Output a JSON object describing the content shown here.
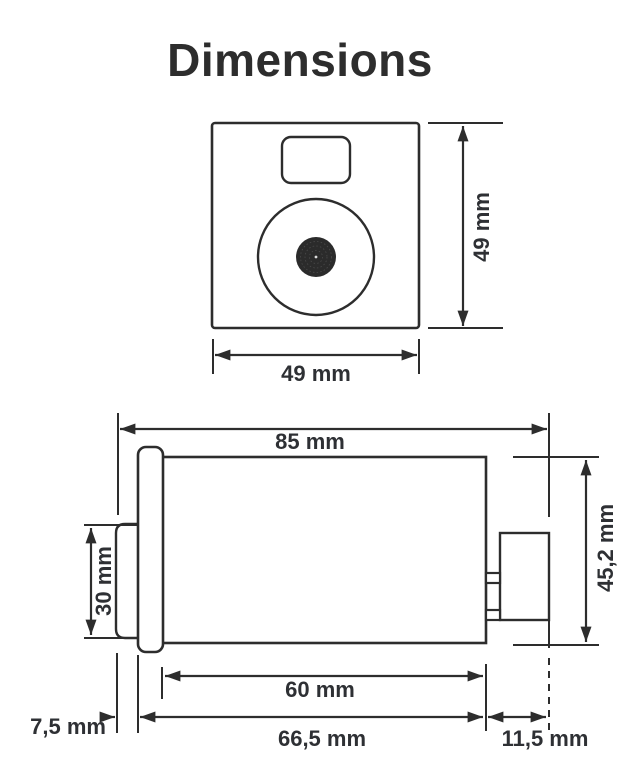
{
  "title": "Dimensions",
  "front_view": {
    "width_label": "49 mm",
    "height_label": "49 mm"
  },
  "side_view": {
    "total_depth_label": "85 mm",
    "collar_height_label": "30 mm",
    "body_height_label": "45,2 mm",
    "body_depth_label": "60 mm",
    "behind_panel_depth_label": "66,5 mm",
    "front_projection_label": "7,5 mm",
    "socket_depth_label": "11,5 mm"
  },
  "colors": {
    "line": "#2d2d2d",
    "text": "#2e3034",
    "background": "#ffffff"
  }
}
